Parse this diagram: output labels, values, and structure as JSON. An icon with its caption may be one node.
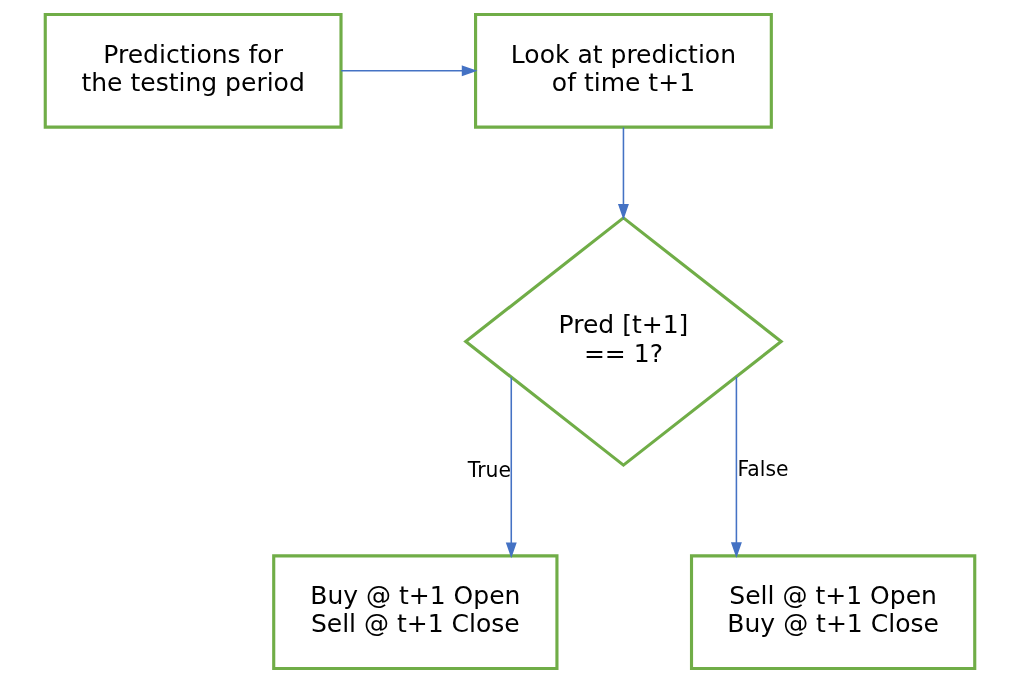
{
  "diagram": {
    "nodes": [
      {
        "text": [
          "Predictions for the testing period"
        ]
      },
      {
        "text": [
          "Look at prediction of time t+1"
        ]
      },
      {
        "text": [
          "Pred [t+1] == 1?"
        ]
      },
      {
        "text": [
          "Buy @ t+1 Open Sell @ t+1 Close"
        ]
      },
      {
        "text": [
          "Sell @ t+1 Open Buy @ t+1 Close"
        ]
      }
    ],
    "edges": [
      {
        "from": 0,
        "to": 1,
        "arrow": "to"
      },
      {
        "from": 1,
        "to": 2,
        "arrow": "to"
      },
      {
        "from": 2,
        "to": 3,
        "arrow": "to",
        "label": "True"
      },
      {
        "from": 2,
        "to": 4,
        "arrow": "to",
        "label": "False"
      }
    ]
  }
}
